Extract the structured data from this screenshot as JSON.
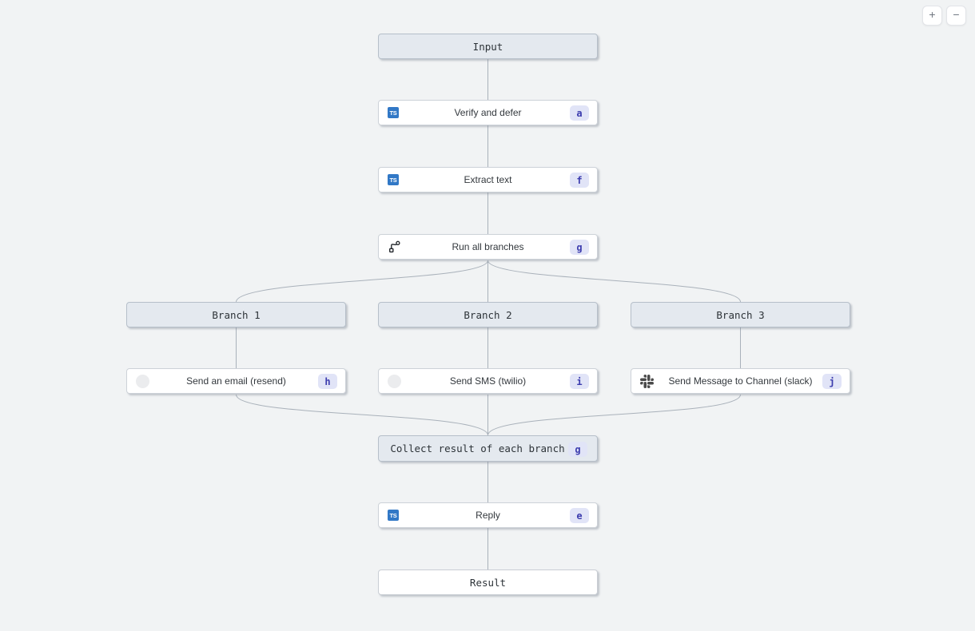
{
  "controls": {
    "zoom_in_label": "+",
    "zoom_out_label": "−"
  },
  "colors": {
    "background": "#f1f3f4",
    "edge": "#a9b1ba",
    "group_node_bg": "#e4e9ef",
    "group_node_border": "#b6bfc9",
    "task_node_bg": "#ffffff",
    "badge_bg": "#e1e4f7",
    "badge_text": "#3c3cae",
    "typescript_icon_bg": "#3178c6",
    "slack_icon_color": "#4a4a4a"
  },
  "icons": {
    "typescript_label": "TS"
  },
  "nodes": [
    {
      "id": "input",
      "kind": "group",
      "label": "Input"
    },
    {
      "id": "verify-and-defer",
      "kind": "task",
      "label": "Verify and defer",
      "badge": "a",
      "icon": "typescript-icon"
    },
    {
      "id": "extract-text",
      "kind": "task",
      "label": "Extract text",
      "badge": "f",
      "icon": "typescript-icon"
    },
    {
      "id": "run-all-branches",
      "kind": "task",
      "label": "Run all branches",
      "badge": "g",
      "icon": "git-branch-icon"
    },
    {
      "id": "branch-1",
      "kind": "group",
      "label": "Branch 1"
    },
    {
      "id": "branch-2",
      "kind": "group",
      "label": "Branch 2"
    },
    {
      "id": "branch-3",
      "kind": "group",
      "label": "Branch 3"
    },
    {
      "id": "send-email-resend",
      "kind": "task",
      "label": "Send an email (resend)",
      "badge": "h",
      "icon": "resend-icon"
    },
    {
      "id": "send-sms-twilio",
      "kind": "task",
      "label": "Send SMS (twilio)",
      "badge": "i",
      "icon": "twilio-icon"
    },
    {
      "id": "send-slack",
      "kind": "task",
      "label": "Send Message to Channel (slack)",
      "badge": "j",
      "icon": "slack-icon"
    },
    {
      "id": "collect-result",
      "kind": "group",
      "label": "Collect result of each branch",
      "badge": "g"
    },
    {
      "id": "reply",
      "kind": "task",
      "label": "Reply",
      "badge": "e",
      "icon": "typescript-icon"
    },
    {
      "id": "result",
      "kind": "output",
      "label": "Result"
    }
  ]
}
